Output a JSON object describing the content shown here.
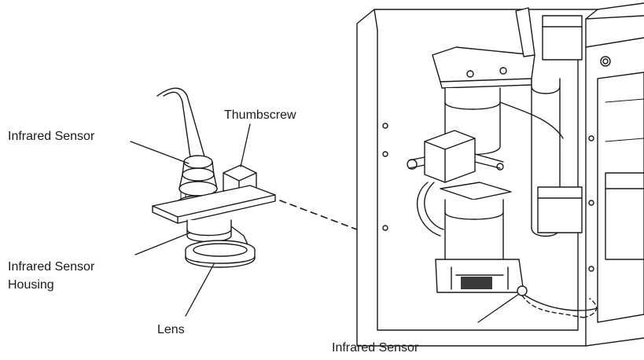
{
  "labels": {
    "infrared_sensor_top": "Infrared Sensor",
    "thumbscrew": "Thumbscrew",
    "housing_line1": "Infrared Sensor",
    "housing_line2": "Housing",
    "lens": "Lens",
    "infrared_sensor_bottom": "Infrared Sensor"
  },
  "colors": {
    "ink": "#1a1a1a",
    "paper": "#ffffff",
    "shade": "#d9d9d9",
    "dark": "#3a3a3a"
  }
}
